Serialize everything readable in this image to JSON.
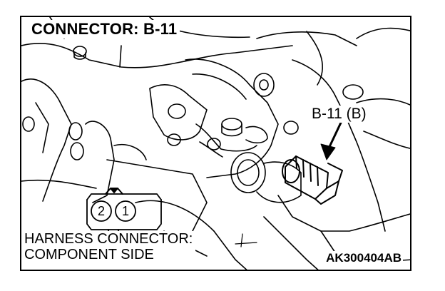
{
  "diagram": {
    "title": "CONNECTOR: B-11",
    "callout_label": "B-11 (B)",
    "caption_line1": "HARNESS CONNECTOR:",
    "caption_line2": "COMPONENT SIDE",
    "figure_code": "AK300404AB",
    "pins": [
      "2",
      "1"
    ]
  }
}
